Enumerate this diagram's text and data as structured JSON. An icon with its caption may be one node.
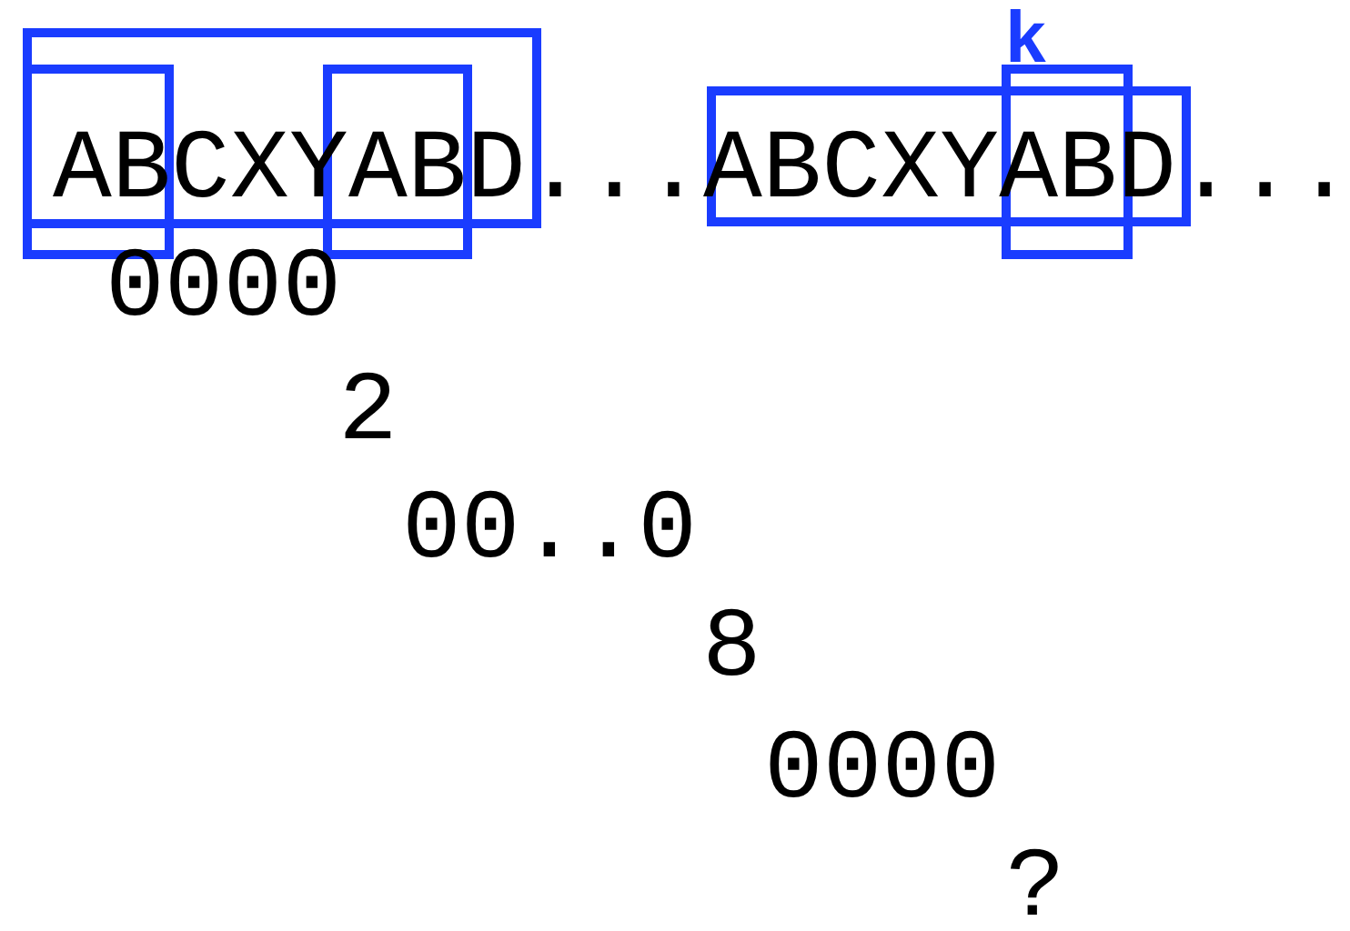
{
  "diagram": {
    "labels": [
      "ABCXYABD...ABCXYABD...",
      "k",
      "0000",
      "2",
      "00..0",
      "8",
      "0000",
      "?"
    ]
  }
}
